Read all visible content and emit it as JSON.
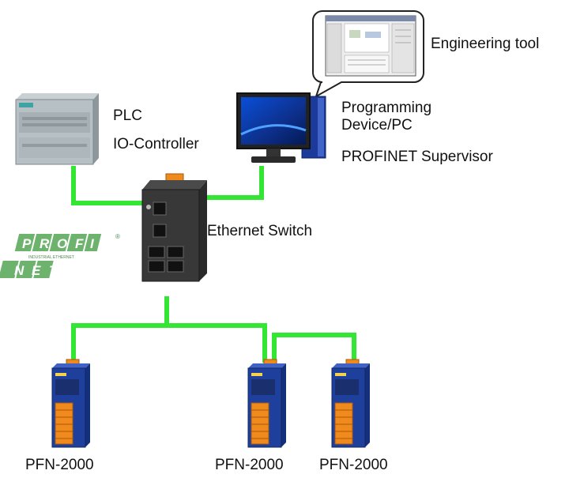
{
  "labels": {
    "engineering_tool": "Engineering tool",
    "plc": "PLC",
    "io_controller": "IO-Controller",
    "programming_line1": "Programming",
    "programming_line2": "Device/PC",
    "supervisor": "PROFINET Supervisor",
    "switch": "Ethernet Switch",
    "device1": "PFN-2000",
    "device2": "PFN-2000",
    "device3": "PFN-2000"
  },
  "logo": {
    "top": "PROFI",
    "sub": "INDUSTRIAL ETHERNET",
    "bottom": "NET",
    "registered": "®"
  },
  "colors": {
    "wire": "#33e633",
    "logo_green": "#6db26d",
    "device_blue": "#1f3f9c",
    "connector_orange": "#f08a1c"
  }
}
